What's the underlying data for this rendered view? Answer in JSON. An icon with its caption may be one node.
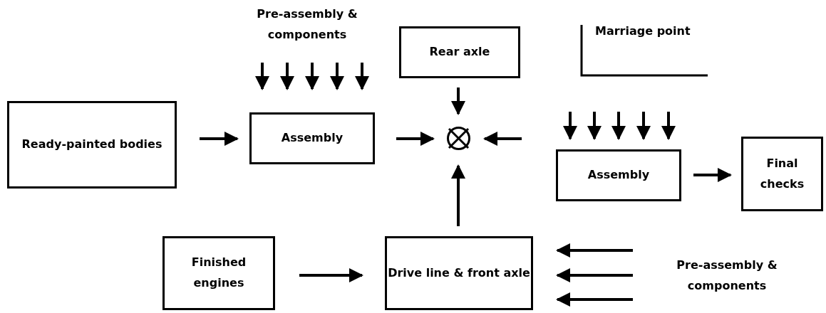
{
  "diagram": {
    "nodes": [
      {
        "text": [
          "Ready-painted bodies"
        ]
      },
      {
        "text": [
          "Assembly"
        ]
      },
      {
        "text": [
          "Rear axle"
        ]
      },
      {
        "text": [],
        "shape": "circle"
      },
      {
        "text": [
          "Assembly"
        ]
      },
      {
        "text": [
          "Final checks"
        ]
      },
      {
        "text": [
          "Finished engines"
        ]
      },
      {
        "text": [
          "Drive line & front axle"
        ]
      },
      {
        "text": [
          "Pre-assembly & components"
        ]
      },
      {
        "text": [
          "Pre-assembly & components"
        ]
      }
    ],
    "edges": [
      {
        "from": 0,
        "to": 1,
        "arrow": "to"
      },
      {
        "from": 1,
        "to": 3,
        "arrow": "to"
      },
      {
        "from": 2,
        "to": 3,
        "arrow": "to"
      },
      {
        "from": null,
        "to": 3,
        "arrow": "to"
      },
      {
        "from": 7,
        "to": 3,
        "arrow": "to"
      },
      {
        "from": 8,
        "to": 1,
        "arrow": "to"
      },
      {
        "from": 8,
        "to": 1,
        "arrow": "to"
      },
      {
        "from": 8,
        "to": 1,
        "arrow": "to"
      },
      {
        "from": 8,
        "to": 1,
        "arrow": "to"
      },
      {
        "from": 8,
        "to": 1,
        "arrow": "to"
      },
      {
        "from": null,
        "to": 4,
        "arrow": "to"
      },
      {
        "from": null,
        "to": 4,
        "arrow": "to"
      },
      {
        "from": null,
        "to": 4,
        "arrow": "to"
      },
      {
        "from": null,
        "to": 4,
        "arrow": "to"
      },
      {
        "from": null,
        "to": 4,
        "arrow": "to"
      },
      {
        "from": 4,
        "to": 5,
        "arrow": "to"
      },
      {
        "from": 6,
        "to": 7,
        "arrow": "to"
      },
      {
        "from": 9,
        "to": 7,
        "arrow": "to"
      },
      {
        "from": 9,
        "to": 7,
        "arrow": "to"
      },
      {
        "from": 9,
        "to": 7,
        "arrow": "to"
      }
    ],
    "labels": [
      "Marriage point"
    ]
  }
}
